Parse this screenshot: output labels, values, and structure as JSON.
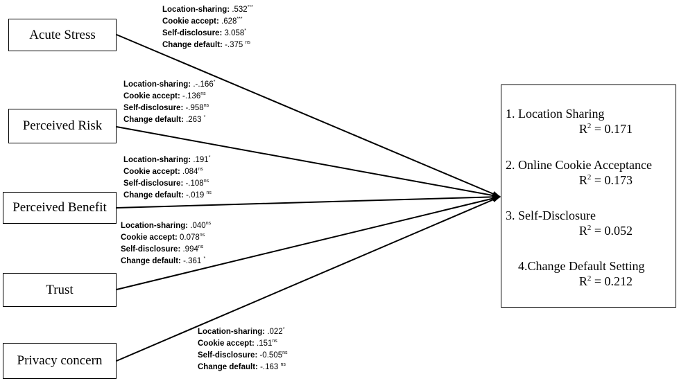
{
  "predictors": [
    {
      "label": "Acute Stress",
      "coefficients": [
        {
          "name": "Location-sharing:",
          "value": " .532",
          "sig": "***"
        },
        {
          "name": "Cookie accept:",
          "value": " .628",
          "sig": "***"
        },
        {
          "name": "Self-disclosure:",
          "value": " 3.058",
          "sig": "*"
        },
        {
          "name": "Change default:",
          "value": " -.375 ",
          "sig": "ns"
        }
      ]
    },
    {
      "label": "Perceived Risk",
      "coefficients": [
        {
          "name": "Location-sharing:",
          "value": " .-.166",
          "sig": "*"
        },
        {
          "name": "Cookie accept:",
          "value": " -.136",
          "sig": "ns"
        },
        {
          "name": "Self-disclosure:",
          "value": " -.958",
          "sig": "ns"
        },
        {
          "name": "Change default:",
          "value": " .263 ",
          "sig": "*"
        }
      ]
    },
    {
      "label": "Perceived Benefit",
      "coefficients": [
        {
          "name": "Location-sharing:",
          "value": " .191",
          "sig": "*"
        },
        {
          "name": "Cookie accept:",
          "value": " .084",
          "sig": "ns"
        },
        {
          "name": "Self-disclosure:",
          "value": " -.108",
          "sig": "ns"
        },
        {
          "name": "Change default:",
          "value": " -.019 ",
          "sig": "ns"
        }
      ]
    },
    {
      "label": "Trust",
      "coefficients": [
        {
          "name": "Location-sharing:",
          "value": " .040",
          "sig": "ns"
        },
        {
          "name": "Cookie accept:",
          "value": " 0.078",
          "sig": "ns"
        },
        {
          "name": "Self-disclosure:",
          "value": " .994",
          "sig": "ns"
        },
        {
          "name": "Change default:",
          "value": " -.361 ",
          "sig": "*"
        }
      ]
    },
    {
      "label": "Privacy concern",
      "coefficients": [
        {
          "name": "Location-sharing:",
          "value": " .022",
          "sig": "*"
        },
        {
          "name": "Cookie accept:",
          "value": " .151",
          "sig": "ns"
        },
        {
          "name": "Self-disclosure:",
          "value": " -0.505",
          "sig": "ns"
        },
        {
          "name": "Change default:",
          "value": " -.163 ",
          "sig": "ns"
        }
      ]
    }
  ],
  "outcomes": [
    {
      "name": "1. Location Sharing",
      "r2_label": "R",
      "r2_sup": "2",
      "r2_value": " = 0.171"
    },
    {
      "name": "2. Online Cookie Acceptance",
      "r2_label": "R",
      "r2_sup": "2",
      "r2_value": " = 0.173"
    },
    {
      "name": "3. Self-Disclosure",
      "r2_label": "R",
      "r2_sup": "2",
      "r2_value": " = 0.052"
    },
    {
      "name": "4.Change Default Setting",
      "r2_label": "R",
      "r2_sup": "2",
      "r2_value": " = 0.212"
    }
  ]
}
